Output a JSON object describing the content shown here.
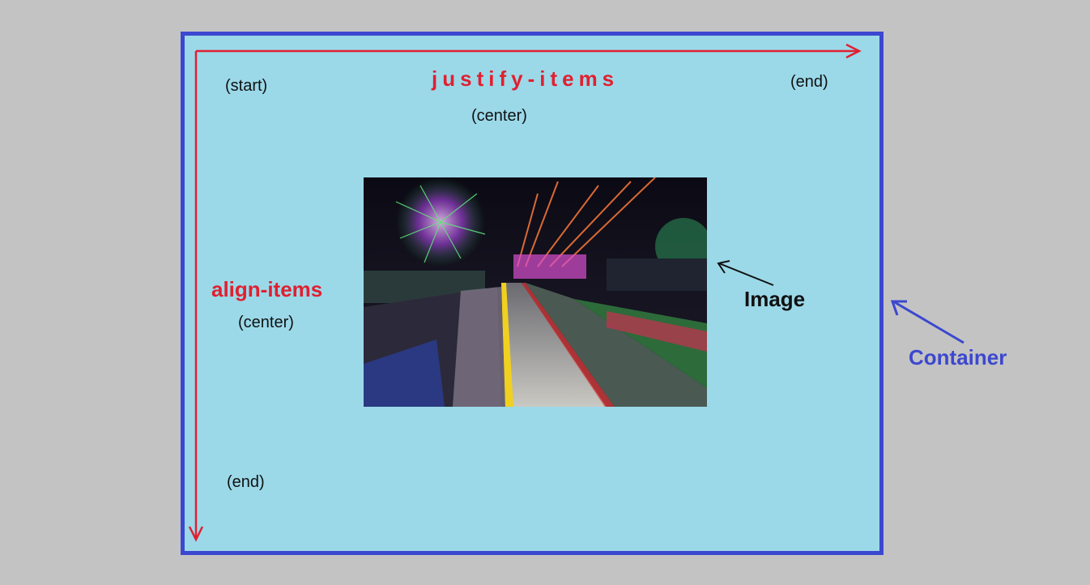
{
  "labels": {
    "justify_items": "justify-items",
    "justify_start": "(start)",
    "justify_center": "(center)",
    "justify_end": "(end)",
    "align_items": "align-items",
    "align_center": "(center)",
    "align_end": "(end)",
    "image": "Image",
    "container": "Container"
  },
  "colors": {
    "background": "#c3c3c3",
    "container_fill": "#9bd9e9",
    "container_border": "#3c48cf",
    "axis_red": "#e02030"
  }
}
